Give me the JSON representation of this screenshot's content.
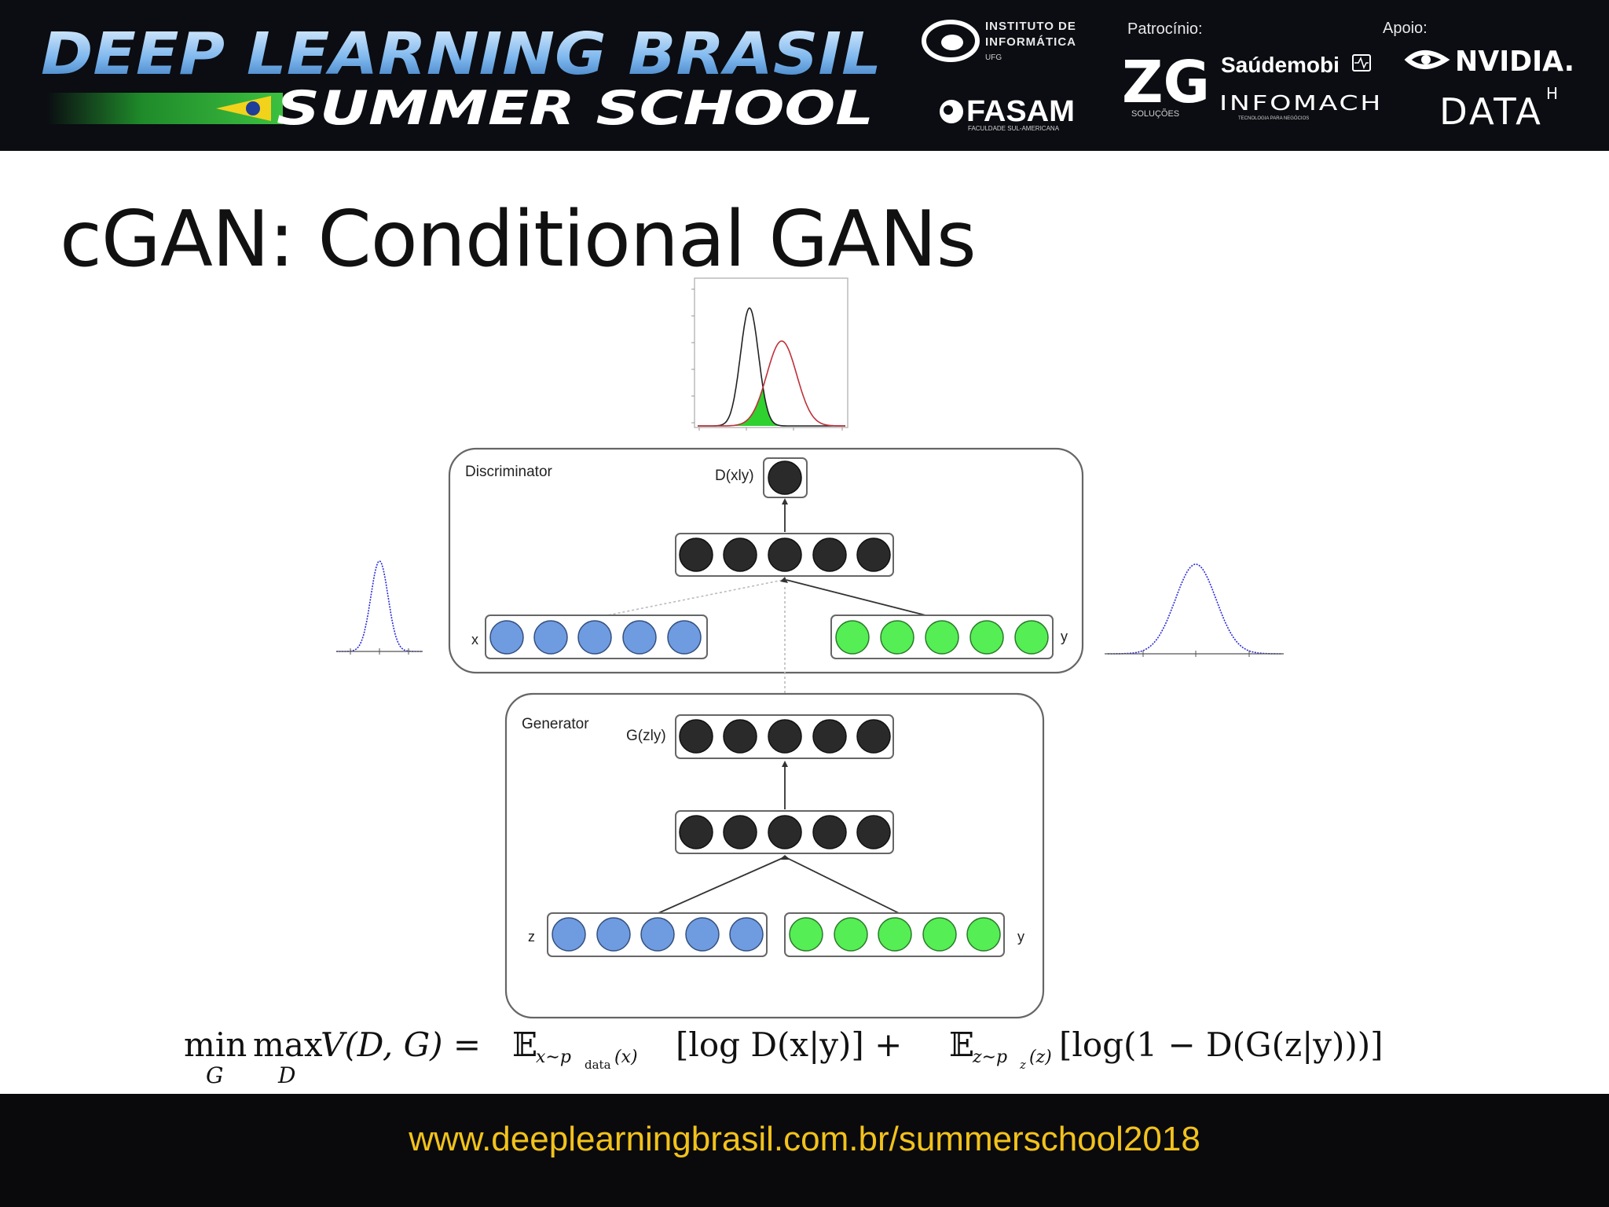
{
  "header": {
    "brand_line1": "DEEP LEARNING BRASIL",
    "brand_line2": "SUMMER SCHOOL",
    "institute_line1": "INSTITUTO DE",
    "institute_line2": "INFORMÁTICA",
    "institute_line3": "UFG",
    "fasam_name": "FASAM",
    "fasam_sub": "FACULDADE SUL-AMERICANA",
    "sponsor_label": "Patrocínio:",
    "zg_logo": "ZG",
    "zg_sub": "SOLUÇÕES",
    "saudemobi": "Saúdemobi",
    "infomach": "INFOMACH",
    "infomach_sub": "TECNOLOGIA PARA NEGÓCIOS",
    "support_label": "Apoio:",
    "nvidia": "NVIDIA.",
    "datah": "DATA",
    "datah_sup": "H"
  },
  "slide": {
    "title": "cGAN: Conditional GANs"
  },
  "diagram": {
    "discriminator_label": "Discriminator",
    "d_output_label": "D(xly)",
    "x_label": "x",
    "y_label_d": "y",
    "generator_label": "Generator",
    "g_output_label": "G(zly)",
    "z_label": "z",
    "y_label_g": "y"
  },
  "formula": {
    "min_op": "min",
    "min_sub": "G",
    "max_op": "max",
    "max_sub": "D",
    "value_fn": "V(D, G) = ",
    "expect1": "𝔼",
    "expect1_sub": "x∼p",
    "expect1_subsub": "data",
    "expect1_sub_tail": "(x)",
    "term1": "[log D(x|y)] + ",
    "expect2": "𝔼",
    "expect2_sub": "z∼p",
    "expect2_subsub": "z",
    "expect2_sub_tail": "(z)",
    "term2": "[log(1 − D(G(z|y)))]"
  },
  "footer": {
    "url": "www.deeplearningbrasil.com.br/summerschool2018"
  },
  "colors": {
    "dark_node": "#2a2a2a",
    "blue_node": "#6f9be0",
    "green_node": "#55ee55",
    "curve_blue": "#2b2bd6",
    "curve_red": "#c0303a",
    "overlap_green": "#2fd12f",
    "brand_blue": "#5fa8f0",
    "url_yellow": "#f2c21b"
  }
}
